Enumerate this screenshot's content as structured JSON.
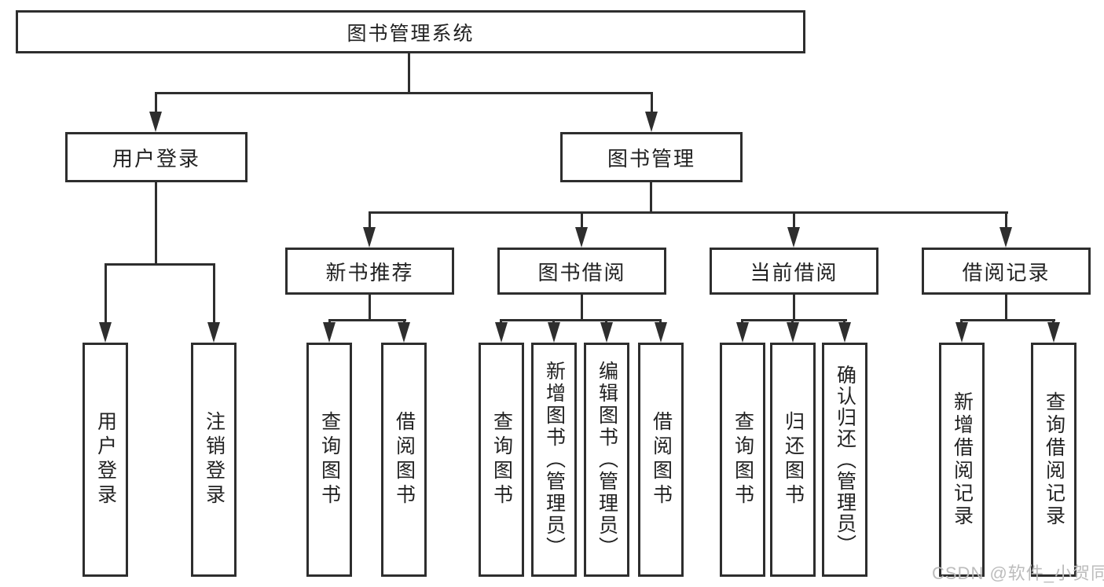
{
  "diagram": {
    "title": "图书管理系统",
    "root": {
      "label": "图书管理系统"
    },
    "branches": [
      {
        "label": "用户登录",
        "children": [
          {
            "label": "用户登录"
          },
          {
            "label": "注销登录"
          }
        ]
      },
      {
        "label": "图书管理",
        "children": [
          {
            "label": "新书推荐",
            "children": [
              {
                "label": "查询图书"
              },
              {
                "label": "借阅图书"
              }
            ]
          },
          {
            "label": "图书借阅",
            "children": [
              {
                "label": "查询图书"
              },
              {
                "label": "新增图书（管理员）"
              },
              {
                "label": "编辑图书（管理员）"
              },
              {
                "label": "借阅图书"
              }
            ]
          },
          {
            "label": "当前借阅",
            "children": [
              {
                "label": "查询图书"
              },
              {
                "label": "归还图书"
              },
              {
                "label": "确认归还（管理员）"
              }
            ]
          },
          {
            "label": "借阅记录",
            "children": [
              {
                "label": "新增借阅记录"
              },
              {
                "label": "查询借阅记录"
              }
            ]
          }
        ]
      }
    ],
    "watermark": "CSDN @软件_小贺同学",
    "colors": {
      "line": "#2e2e2e",
      "text": "#222222",
      "background": "#ffffff",
      "watermark": "#bcbcbc"
    }
  }
}
